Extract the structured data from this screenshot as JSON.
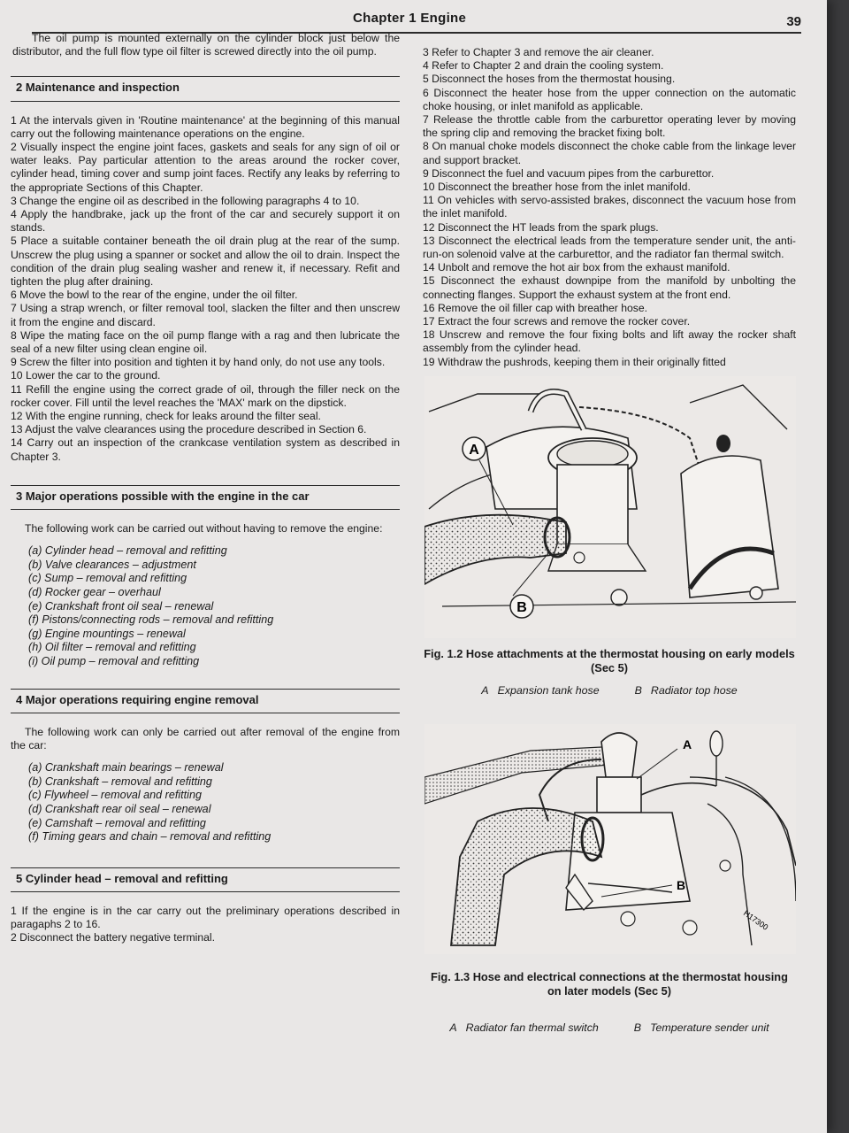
{
  "header": {
    "chapter": "Chapter 1 Engine",
    "page_number": "39"
  },
  "left": {
    "intro": "The oil pump is mounted externally on the cylinder block just below the distributor, and the full flow type oil filter is screwed directly into the oil pump.",
    "s2_title": "2 Maintenance and inspection",
    "s2_paras": [
      "1 At the intervals given in 'Routine maintenance' at the beginning of this manual carry out the following maintenance operations on the engine.",
      "2 Visually inspect the engine joint faces, gaskets and seals for any sign of oil or water leaks. Pay particular attention to the areas around the rocker cover, cylinder head, timing cover and sump joint faces. Rectify any leaks by referring to the appropriate Sections of this Chapter.",
      "3 Change the engine oil as described in the following paragraphs 4 to 10.",
      "4 Apply the handbrake, jack up the front of the car and securely support it on stands.",
      "5 Place a suitable container beneath the oil drain plug at the rear of the sump. Unscrew the plug using a spanner or socket and allow the oil to drain. Inspect the condition of the drain plug sealing washer and renew it, if necessary. Refit and tighten the plug after draining.",
      "6 Move the bowl to the rear of the engine, under the oil filter.",
      "7 Using a strap wrench, or filter removal tool, slacken the filter and then unscrew it from the engine and discard.",
      "8 Wipe the mating face on the oil pump flange with a rag and then lubricate the seal of a new filter using clean engine oil.",
      "9 Screw the filter into position and tighten it by hand only, do not use any tools.",
      "10 Lower the car to the ground.",
      "11 Refill the engine using the correct grade of oil, through the filler neck on the rocker cover. Fill until the level reaches the 'MAX' mark on the dipstick.",
      "12 With the engine running, check for leaks around the filter seal.",
      "13 Adjust the valve clearances using the procedure described in Section 6.",
      "14 Carry out an inspection of the crankcase ventilation system as described in Chapter 3."
    ],
    "s3_title": "3 Major operations possible with the engine in the car",
    "s3_lead": "The following work can be carried out without having to remove the engine:",
    "s3_items": [
      "(a) Cylinder head – removal and refitting",
      "(b) Valve clearances – adjustment",
      "(c) Sump – removal and refitting",
      "(d) Rocker gear – overhaul",
      "(e) Crankshaft front oil seal – renewal",
      "(f) Pistons/connecting rods – removal and refitting",
      "(g) Engine mountings – renewal",
      "(h) Oil filter – removal and refitting",
      "(i) Oil pump – removal and refitting"
    ],
    "s4_title": "4 Major operations requiring engine removal",
    "s4_lead": "The following work can only be carried out after removal of the engine from the car:",
    "s4_items": [
      "(a) Crankshaft main bearings – renewal",
      "(b) Crankshaft – removal and refitting",
      "(c) Flywheel – removal and refitting",
      "(d) Crankshaft rear oil seal – renewal",
      "(e) Camshaft – removal and refitting",
      "(f) Timing gears and chain – removal and refitting"
    ],
    "s5_title": "5 Cylinder head – removal and refitting",
    "s5_paras": [
      "1 If the engine is in the car carry out the preliminary operations described in paragaphs 2 to 16.",
      "2 Disconnect the battery negative terminal."
    ]
  },
  "right": {
    "paras": [
      "3 Refer to Chapter 3 and remove the air cleaner.",
      "4 Refer to Chapter 2 and drain the cooling system.",
      "5 Disconnect the hoses from the thermostat housing.",
      "6 Disconnect the heater hose from the upper connection on the automatic choke housing, or inlet manifold as applicable.",
      "7 Release the throttle cable from the carburettor operating lever by moving the spring clip and removing the bracket fixing bolt.",
      "8 On manual choke models disconnect the choke cable from the linkage lever and support bracket.",
      "9 Disconnect the fuel and vacuum pipes from the carburettor.",
      "10 Disconnect the breather hose from the inlet manifold.",
      "11 On vehicles with servo-assisted brakes, disconnect the vacuum hose from the inlet manifold.",
      "12 Disconnect the HT leads from the spark plugs.",
      "13 Disconnect the electrical leads from the temperature sender unit, the anti-run-on solenoid valve at the carburettor, and the radiator fan thermal switch.",
      "14 Unbolt and remove the hot air box from the exhaust manifold.",
      "15 Disconnect the exhaust downpipe from the manifold by unbolting the connecting flanges. Support the exhaust system at the front end.",
      "16 Remove the oil filler cap with breather hose.",
      "17 Extract the four screws and remove the rocker cover.",
      "18 Unscrew and remove the four fixing bolts and lift away the rocker shaft assembly from the cylinder head.",
      "19 Withdraw the pushrods, keeping them in their originally fitted"
    ],
    "fig12": {
      "caption": "Fig. 1.2 Hose attachments at the thermostat housing on early models (Sec 5)",
      "label_a": "A",
      "label_b": "B",
      "legend_a_key": "A",
      "legend_a": "Expansion tank hose",
      "legend_b_key": "B",
      "legend_b": "Radiator top hose"
    },
    "fig13": {
      "caption": "Fig. 1.3 Hose and electrical connections at the thermostat housing on later models (Sec 5)",
      "label_a": "A",
      "label_b": "B",
      "code": "H17300",
      "legend_a_key": "A",
      "legend_a": "Radiator fan thermal switch",
      "legend_b_key": "B",
      "legend_b": "Temperature sender unit"
    }
  }
}
